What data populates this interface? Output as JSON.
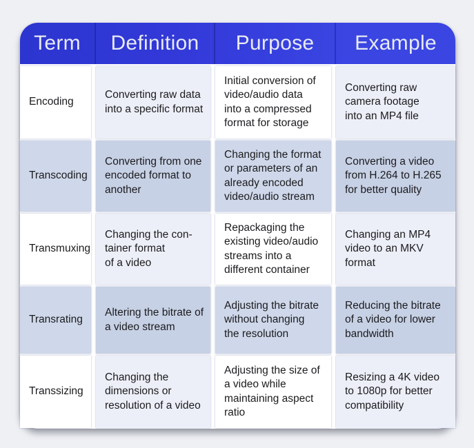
{
  "table": {
    "headers": [
      "Term",
      "Definition",
      "Purpose",
      "Example"
    ],
    "rows": [
      {
        "term": "Encoding",
        "definition": "Converting raw data\ninto a specific format",
        "purpose": "Initial conversion of\nvideo/audio data\ninto a compressed\nformat for storage",
        "example": "Converting raw\ncamera footage\ninto an MP4 file"
      },
      {
        "term": "Transcoding",
        "definition": "Converting from one\nencoded format to\nanother",
        "purpose": "Changing the format\nor parameters of an\nalready encoded\nvideo/audio stream",
        "example": "Converting a video\nfrom H.264 to H.265\nfor better quality"
      },
      {
        "term": "Transmuxing",
        "definition": "Changing the con-\ntainer format\nof a video",
        "purpose": "Repackaging the\nexisting video/audio\nstreams into a\ndifferent container",
        "example": "Changing an MP4\nvideo to an MKV\nformat"
      },
      {
        "term": "Transrating",
        "definition": "Altering the bitrate of\na video stream",
        "purpose": "Adjusting the bitrate\nwithout changing\nthe resolution",
        "example": "Reducing the bitrate\nof a video for lower\nbandwidth"
      },
      {
        "term": "Transsizing",
        "definition": "Changing the\ndimensions or\nresolution of a video",
        "purpose": "Adjusting the size of\na video while\nmaintaining aspect\nratio",
        "example": "Resizing a 4K video\nto 1080p for better\ncompatibility"
      }
    ]
  },
  "colors": {
    "header_blue": "#3239d8",
    "header_blue_light": "#3a45e2",
    "header_text": "#e8eaf4",
    "odd_row_white": "#ffffff",
    "odd_row_lavender": "#edeff8",
    "even_row_light": "#cfd8ea",
    "even_row_dark": "#c7d1e5",
    "body_text": "#1b1b1e",
    "page_background": "#eff0f4"
  },
  "chart_data": {
    "type": "table",
    "title": "",
    "columns": [
      "Term",
      "Definition",
      "Purpose",
      "Example"
    ],
    "rows": [
      [
        "Encoding",
        "Converting raw data into a specific format",
        "Initial conversion of video/audio data into a compressed format for storage",
        "Converting raw camera footage into an MP4 file"
      ],
      [
        "Transcoding",
        "Converting from one encoded format to another",
        "Changing the format or parameters of an already encoded video/audio stream",
        "Converting a video from H.264 to H.265 for better quality"
      ],
      [
        "Transmuxing",
        "Changing the container format of a video",
        "Repackaging the existing video/audio streams into a different container",
        "Changing an MP4 video to an MKV format"
      ],
      [
        "Transrating",
        "Altering the bitrate of a video stream",
        "Adjusting the bitrate without changing the resolution",
        "Reducing the bitrate of a video for lower bandwidth"
      ],
      [
        "Transsizing",
        "Changing the dimensions or resolution of a video",
        "Adjusting the size of a video while maintaining aspect ratio",
        "Resizing a 4K video to 1080p for better compatibility"
      ]
    ]
  }
}
